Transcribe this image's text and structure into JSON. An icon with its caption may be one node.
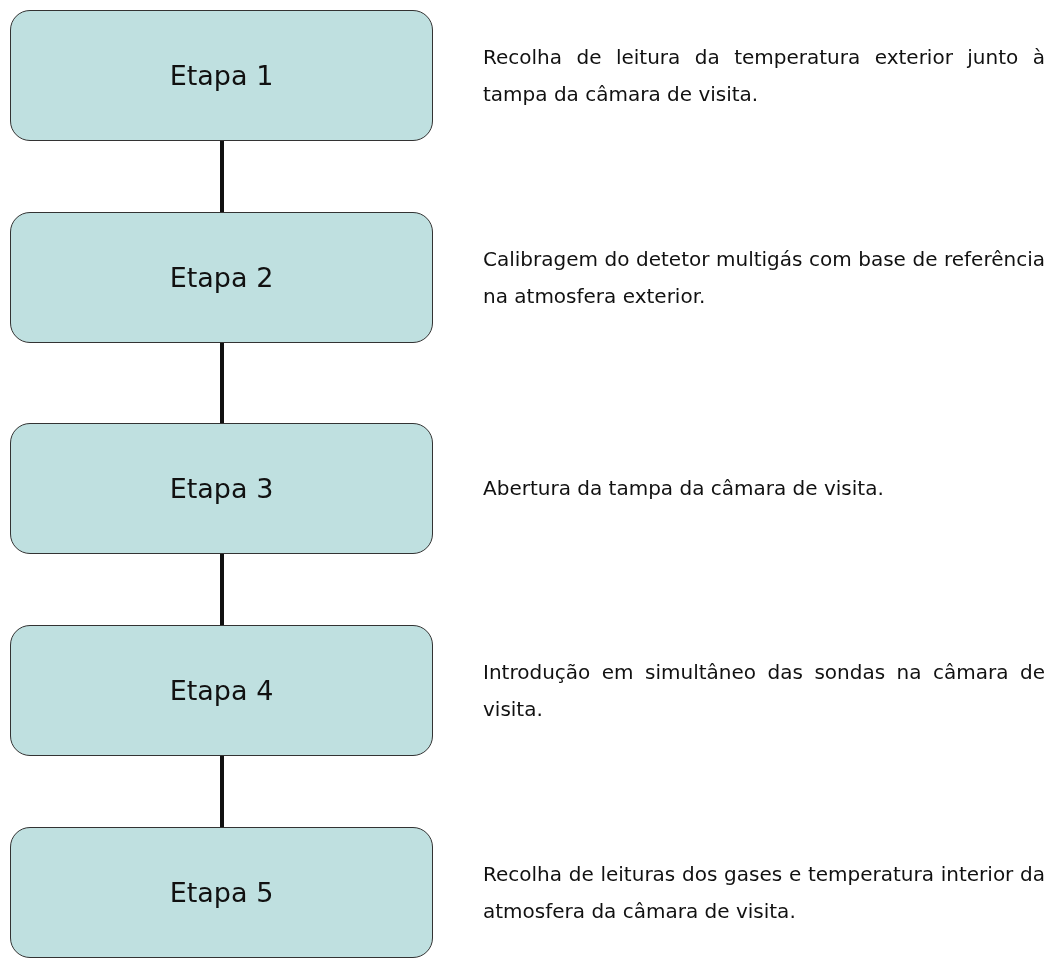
{
  "diagram": {
    "nodes": [
      {
        "text": [
          "Etapa 1"
        ],
        "beside": [
          "Recolha de leitura da temperatura exterior junto à tampa da câmara de visita."
        ]
      },
      {
        "text": [
          "Etapa 2"
        ],
        "beside": [
          "Calibragem do detetor multigás com base de referência na atmosfera exterior."
        ]
      },
      {
        "text": [
          "Etapa 3"
        ],
        "beside": [
          "Abertura da tampa da câmara de visita."
        ]
      },
      {
        "text": [
          "Etapa 4"
        ],
        "beside": [
          "Introdução em simultâneo das sondas na câmara de visita."
        ]
      },
      {
        "text": [
          "Etapa 5"
        ],
        "beside": [
          "Recolha de leituras dos gases e temperatura interior da atmosfera da câmara de visita."
        ]
      }
    ],
    "edges": [
      {
        "from": 0,
        "to": 1,
        "arrow": "none"
      },
      {
        "from": 1,
        "to": 2,
        "arrow": "none"
      },
      {
        "from": 2,
        "to": 3,
        "arrow": "none"
      },
      {
        "from": 3,
        "to": 4,
        "arrow": "none"
      }
    ]
  }
}
